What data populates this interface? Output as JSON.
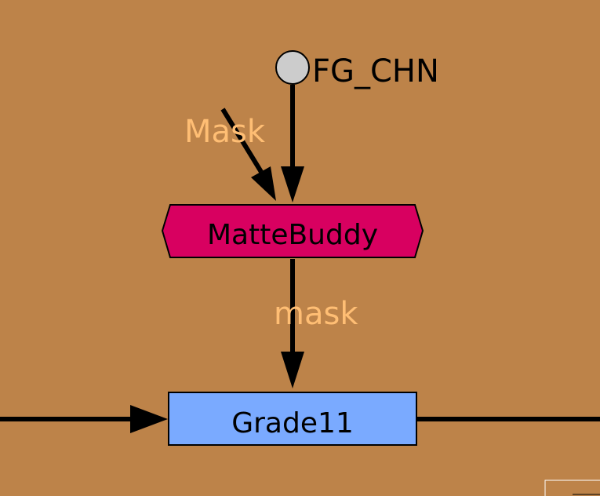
{
  "canvas": {
    "background": "#bd8349"
  },
  "nodes": {
    "dot": {
      "label": "FG_CHN",
      "fill": "#cccccc"
    },
    "mattebuddy": {
      "label": "MatteBuddy",
      "fill": "#d80060"
    },
    "grade": {
      "label": "Grade11",
      "fill": "#7aaaff"
    }
  },
  "edges": {
    "mask_input": {
      "label": "Mask"
    },
    "mask_output": {
      "label": "mask"
    }
  },
  "colors": {
    "edge": "#000000",
    "edge_label": "#ffbe74"
  },
  "icons": {
    "minimap": "minimap-icon"
  }
}
